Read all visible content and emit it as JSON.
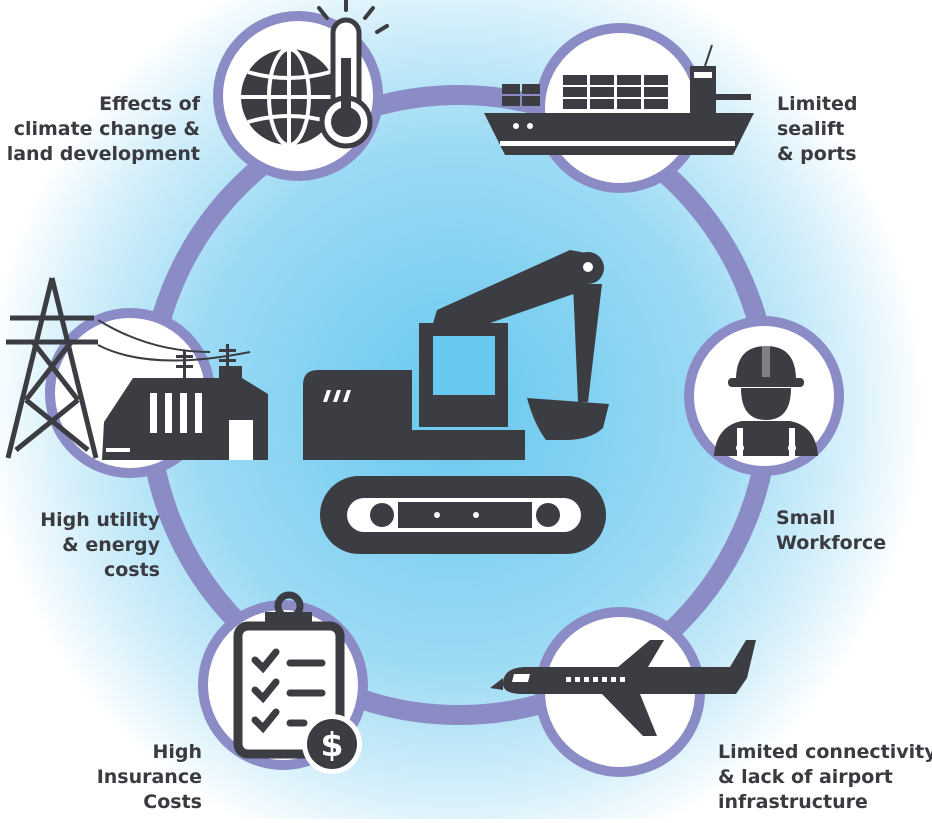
{
  "colors": {
    "ring": "#8b8bc6",
    "icon": "#3b3d42",
    "circle_fill": "#ffffff",
    "glow_center": "#68c8ef",
    "glow_edge": "#ffffff",
    "text": "#3a3a40"
  },
  "hub": {
    "icon": "excavator-icon"
  },
  "nodes": [
    {
      "id": "climate",
      "icon": "globe-thermometer-icon",
      "lines": [
        "Effects of",
        "climate change &",
        "land development"
      ]
    },
    {
      "id": "sealift",
      "icon": "cargo-ship-icon",
      "lines": [
        "Limited",
        "sealift",
        "& ports"
      ]
    },
    {
      "id": "workforce",
      "icon": "construction-worker-icon",
      "lines": [
        "Small",
        "Workforce"
      ]
    },
    {
      "id": "airport",
      "icon": "airplane-icon",
      "lines": [
        "Limited connectivity",
        "& lack of airport",
        "infrastructure"
      ]
    },
    {
      "id": "insurance",
      "icon": "clipboard-dollar-icon",
      "lines": [
        "High",
        "Insurance",
        "Costs"
      ]
    },
    {
      "id": "utility",
      "icon": "power-plant-icon",
      "lines": [
        "High utility",
        "& energy",
        "costs"
      ]
    }
  ]
}
